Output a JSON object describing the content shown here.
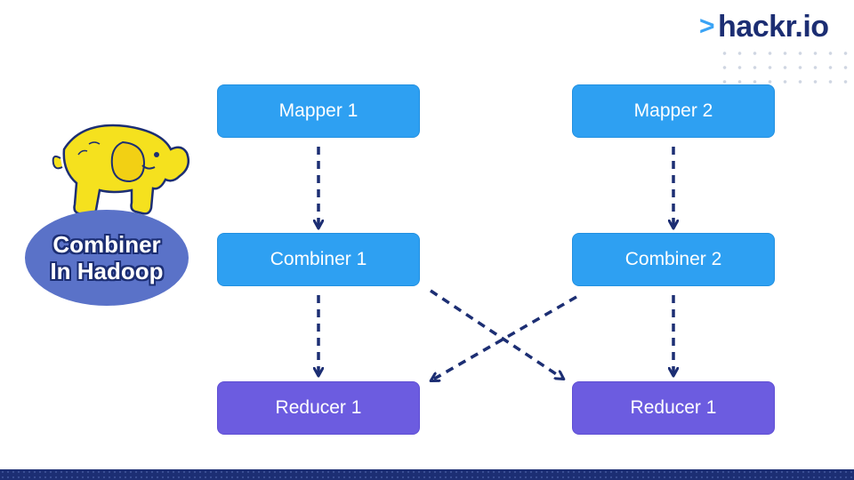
{
  "brand": {
    "chevron": ">",
    "name": "hackr.io"
  },
  "badge": {
    "line1": "Combiner",
    "line2": "In Hadoop"
  },
  "nodes": {
    "mapper1": "Mapper 1",
    "mapper2": "Mapper 2",
    "combiner1": "Combiner 1",
    "combiner2": "Combiner 2",
    "reducer1": "Reducer 1",
    "reducer2": "Reducer 1"
  },
  "colors": {
    "node_blue": "#2ea0f2",
    "node_purple": "#6c5ce0",
    "arrow": "#1c2e73",
    "brand": "#1c2e73",
    "accent": "#3aa3f5",
    "elephant": "#f5e11e"
  },
  "edges": [
    {
      "from": "mapper1",
      "to": "combiner1",
      "style": "dashed"
    },
    {
      "from": "mapper2",
      "to": "combiner2",
      "style": "dashed"
    },
    {
      "from": "combiner1",
      "to": "reducer1",
      "style": "dashed"
    },
    {
      "from": "combiner2",
      "to": "reducer2",
      "style": "dashed"
    },
    {
      "from": "combiner1",
      "to": "reducer2",
      "style": "dashed"
    },
    {
      "from": "combiner2",
      "to": "reducer1",
      "style": "dashed"
    }
  ]
}
